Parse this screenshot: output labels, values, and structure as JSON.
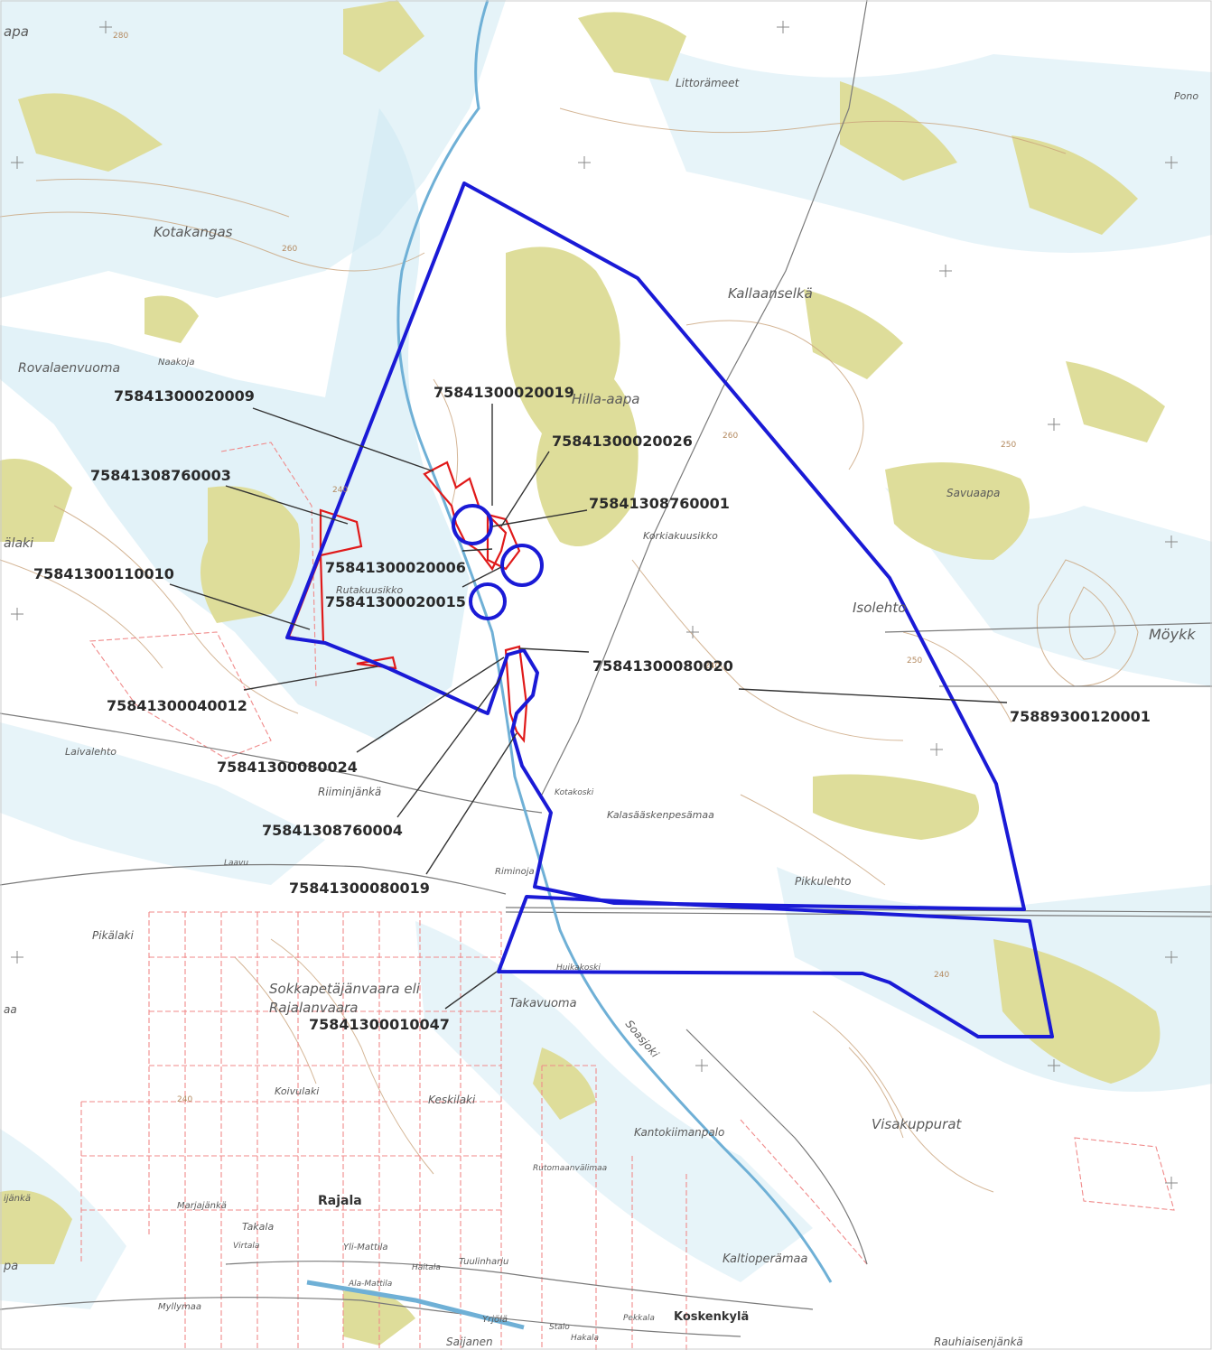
{
  "colors": {
    "boundary": "#1a1ad6",
    "parcel": "#e01a1a",
    "bog": "#dedd9a",
    "water": "#cfe9f3",
    "contour": "#c9a27a",
    "grid": "#f08a8a"
  },
  "place_names": {
    "littorameet": "Littorämeet",
    "kotakangas": "Kotakangas",
    "kallaanselka": "Kallaanselkä",
    "rovalaenvuoma": "Rovalaenvuoma",
    "hilla_aapa": "Hilla-aapa",
    "savuaapa": "Savuaapa",
    "korkiakuusikko": "Korkiakuusikko",
    "rutakuusikko": "Rutakuusikko",
    "isolehto": "Isolehto",
    "moykky": "Möykk",
    "laivalehto": "Laivalehto",
    "riiminjanka": "Riiminjänkä",
    "kalasaaskenpesamaa": "Kalasääskenpesämaa",
    "pikkulehto": "Pikkulehto",
    "pikalaki": "Pikälaki",
    "sokkapetajanvaara": "Sokkapetäjänvaara eli",
    "rajalanvaara": "Rajalanvaara",
    "takavuoma": "Takavuoma",
    "soasjoki": "Soasjoki",
    "koivulaki": "Koivulaki",
    "keskilaki": "Keskilaki",
    "kantokiimanpalo": "Kantokiimanpalo",
    "visakuppurat": "Visakuppurat",
    "rutomaanvalimaa": "Rutomaanvälimaa",
    "marjalanka": "Marjajänkä",
    "takala": "Takala",
    "virtala": "Virtala",
    "yli_mattila": "Yli-Mattila",
    "tuulinharju": "Tuulinharju",
    "ala_mattila": "Ala-Mattila",
    "kaltioperamaa": "Kaltioperämaa",
    "myllymaa": "Myllymaa",
    "yrjola": "Yrjölä",
    "stalo": "Stalo",
    "pekkala": "Pekkala",
    "rauhialsenjanka": "Rauhiaisenjänkä",
    "saijanen": "Saijanen",
    "riminoja": "Riminoja",
    "kotakoski": "Kotakoski",
    "huikakoski": "Huikakoski",
    "pono": "Pono",
    "alaki": "älaki",
    "apa": "apa",
    "laavu": "Laavu",
    "haitala": "Haitala",
    "aa": "aa",
    "eanka": "ijänkä",
    "pa": "pa",
    "naakoja": "Naakoja",
    "pekkala2": "Hakala"
  },
  "town_names": {
    "rajala": "Rajala",
    "koskenkyla": "Koskenkylä"
  },
  "elevations": {
    "e1": "280",
    "e2": "260",
    "e3": "240",
    "e4": "250",
    "e5": "260",
    "e6": "240",
    "e7": "240",
    "e8": "250",
    "e9": "240"
  },
  "parcel_ids": {
    "p20009": "75841300020009",
    "p20019": "75841300020019",
    "p20026": "75841300020026",
    "p60003": "75841308760003",
    "p60001": "75841308760001",
    "p20006": "75841300020006",
    "p20015": "75841300020015",
    "p110010": "75841300110010",
    "p80020": "75841300080020",
    "p120001": "75889300120001",
    "p40012": "75841300040012",
    "p80024": "75841300080024",
    "p60004": "75841308760004",
    "p80019": "75841300080019",
    "p10047": "75841300010047"
  }
}
